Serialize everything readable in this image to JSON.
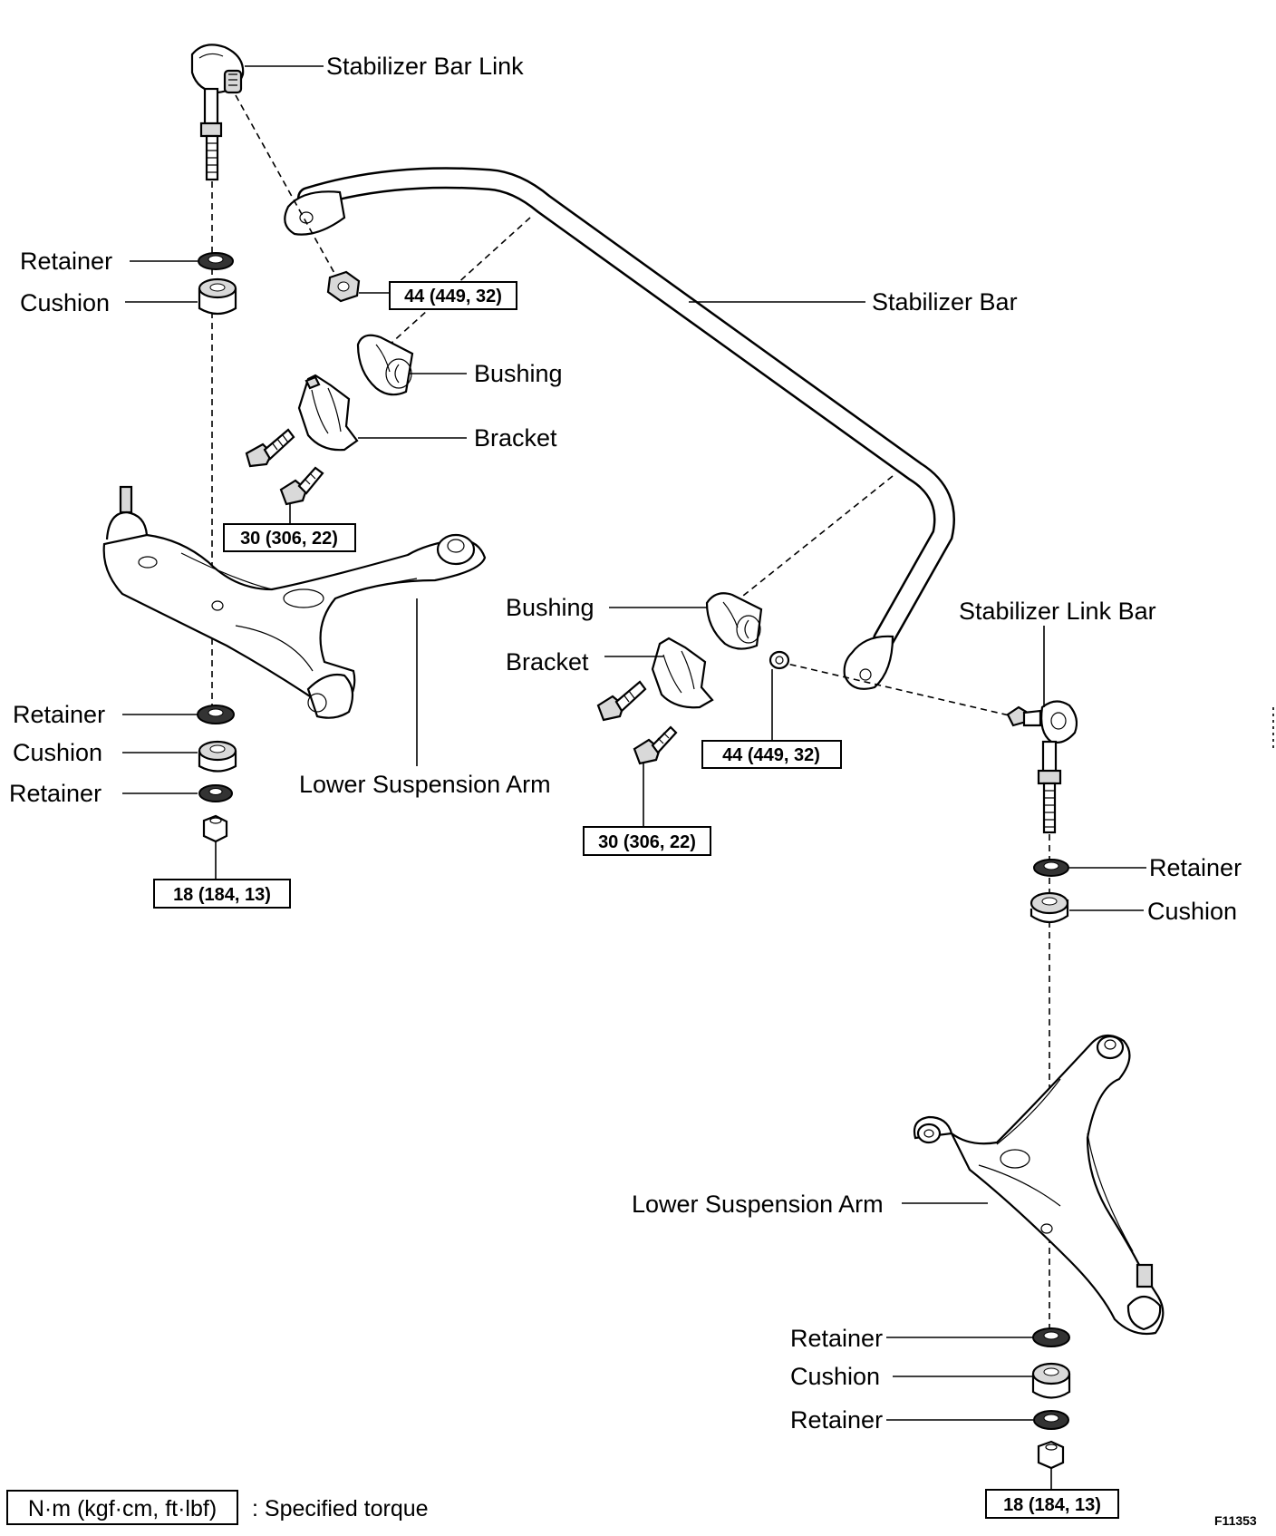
{
  "labels": {
    "stabilizer_bar_link": "Stabilizer Bar Link",
    "stabilizer_bar": "Stabilizer Bar",
    "bushing_upper": "Bushing",
    "bracket_upper": "Bracket",
    "retainer_left_top": "Retainer",
    "cushion_left_top": "Cushion",
    "retainer_left_mid": "Retainer",
    "cushion_left_bottom": "Cushion",
    "retainer_left_bottom": "Retainer",
    "lower_suspension_arm_left": "Lower Suspension Arm",
    "bushing_lower": "Bushing",
    "bracket_lower": "Bracket",
    "stabilizer_link_bar": "Stabilizer Link Bar",
    "retainer_right_top": "Retainer",
    "cushion_right_top": "Cushion",
    "lower_suspension_arm_right": "Lower Suspension Arm",
    "retainer_right_mid": "Retainer",
    "cushion_right_bottom": "Cushion",
    "retainer_right_bottom": "Retainer"
  },
  "torques": {
    "link_nut_left": "44 (449, 32)",
    "bracket_bolt_upper": "30 (306, 22)",
    "cushion_nut_left": "18 (184, 13)",
    "link_nut_right": "44 (449, 32)",
    "bracket_bolt_lower": "30 (306, 22)",
    "cushion_nut_right": "18 (184, 13)"
  },
  "legend": {
    "unit": "N·m (kgf·cm, ft·lbf)",
    "description": ": Specified torque"
  },
  "figure_id": "F11353"
}
